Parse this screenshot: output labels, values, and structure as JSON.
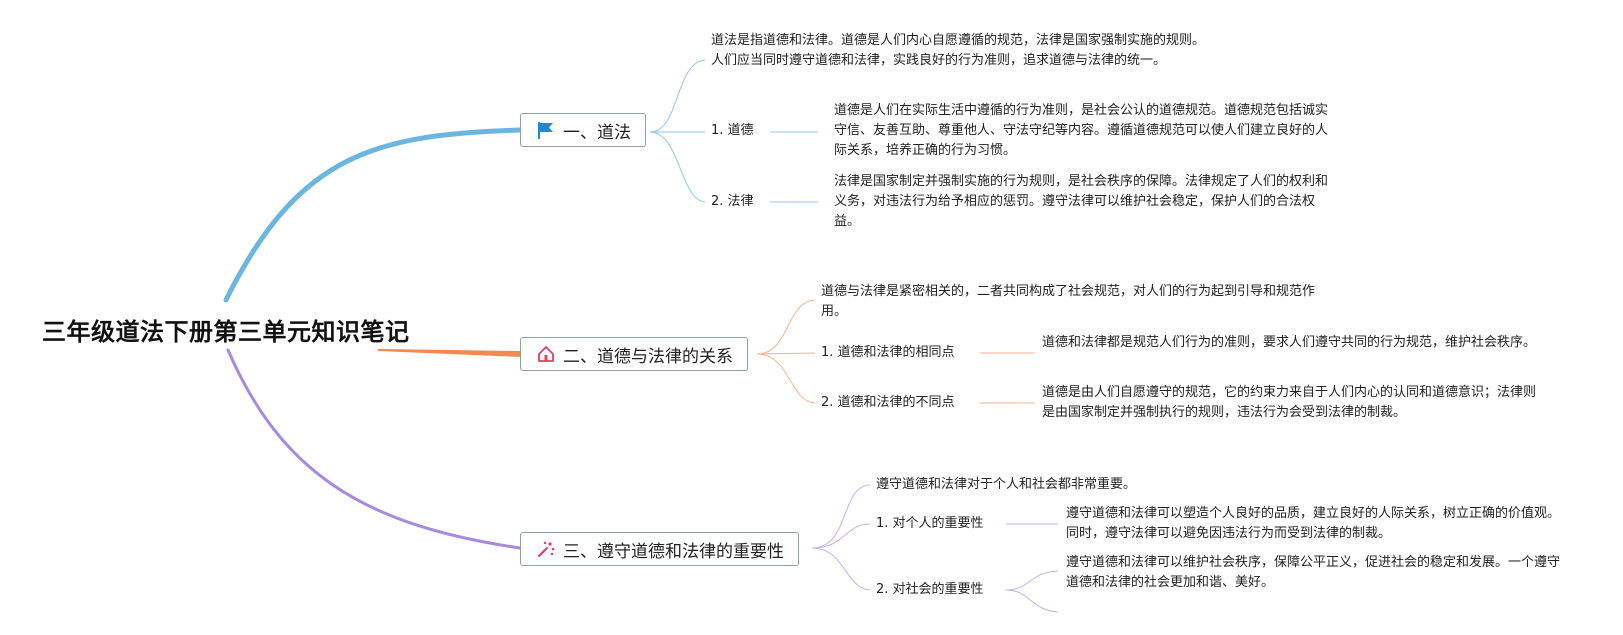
{
  "root": {
    "title": "三年级道法下册第三单元知识笔记"
  },
  "colors": {
    "branch1": "#6bb6e0",
    "branch2": "#f08a55",
    "branch3": "#a68ae0"
  },
  "branches": [
    {
      "icon": "flag-icon",
      "title": "一、道法",
      "intro": "道法是指道德和法律。道德是人们内心自愿遵循的规范，法律是国家强制实施的规则。人们应当同时遵守道德和法律，实践良好的行为准则，追求道德与法律的统一。",
      "subs": [
        {
          "label": "1. 道德",
          "detail": "道德是人们在实际生活中遵循的行为准则，是社会公认的道德规范。道德规范包括诚实守信、友善互助、尊重他人、守法守纪等内容。遵循道德规范可以使人们建立良好的人际关系，培养正确的行为习惯。"
        },
        {
          "label": "2. 法律",
          "detail": "法律是国家制定并强制实施的行为规则，是社会秩序的保障。法律规定了人们的权利和义务，对违法行为给予相应的惩罚。遵守法律可以维护社会稳定，保护人们的合法权益。"
        }
      ]
    },
    {
      "icon": "house-icon",
      "title": "二、道德与法律的关系",
      "intro": "道德与法律是紧密相关的，二者共同构成了社会规范，对人们的行为起到引导和规范作用。",
      "subs": [
        {
          "label": "1. 道德和法律的相同点",
          "detail": "道德和法律都是规范人们行为的准则，要求人们遵守共同的行为规范，维护社会秩序。"
        },
        {
          "label": "2. 道德和法律的不同点",
          "detail": "道德是由人们自愿遵守的规范，它的约束力来自于人们内心的认同和道德意识；法律则是由国家制定并强制执行的规则，违法行为会受到法律的制裁。"
        }
      ]
    },
    {
      "icon": "sparkle-wand-icon",
      "title": "三、遵守道德和法律的重要性",
      "intro": "遵守道德和法律对于个人和社会都非常重要。",
      "subs": [
        {
          "label": "1. 对个人的重要性",
          "detail": "遵守道德和法律可以塑造个人良好的品质，建立良好的人际关系，树立正确的价值观。同时，遵守法律可以避免因违法行为而受到法律的制裁。"
        },
        {
          "label": "2. 对社会的重要性",
          "detail": "遵守道德和法律可以维护社会秩序，保障公平正义，促进社会的稳定和发展。一个遵守道德和法律的社会更加和谐、美好。"
        }
      ]
    }
  ]
}
